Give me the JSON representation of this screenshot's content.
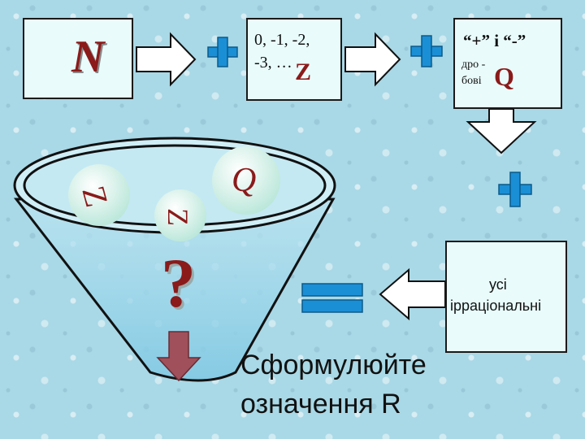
{
  "boxes": {
    "natural": {
      "symbol": "N"
    },
    "integers": {
      "line1": "0, -1, -2,",
      "line2": "-3, …",
      "symbol": "Z"
    },
    "rationals": {
      "top": "“+” і “-”",
      "frag1": "дро -",
      "frag2": "бові",
      "symbol": "Q"
    },
    "irrationals": {
      "line1": "усі",
      "line2": "ірраціональні"
    }
  },
  "funnel": {
    "z_left": "Z",
    "z_right": "Z",
    "q_ball": "Q",
    "question": "?"
  },
  "task": {
    "line1": "Сформулюйте",
    "line2": "означення  R"
  },
  "colors": {
    "plus": "#1b8fd6",
    "equals": "#1b8fd6",
    "symbol_red": "#8b1a1a",
    "box_fill": "#e9fbfb",
    "down_arrow": "#a0505a"
  },
  "icons": [
    "plus-icon",
    "equals-icon",
    "arrow-right-icon",
    "arrow-down-icon",
    "arrow-left-icon"
  ]
}
